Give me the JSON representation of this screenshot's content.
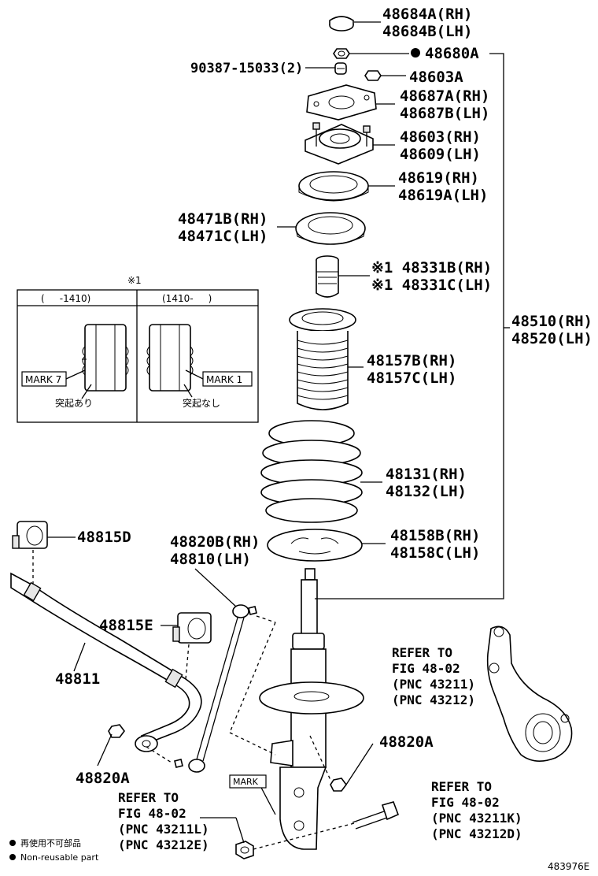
{
  "labels": {
    "p48684": [
      "48684A(RH)",
      "48684B(LH)"
    ],
    "p48680": "48680A",
    "p90387": "90387-15033(2)",
    "p48603a": "48603A",
    "p48687": [
      "48687A(RH)",
      "48687B(LH)"
    ],
    "p48603": [
      "48603(RH)",
      "48609(LH)"
    ],
    "p48619": [
      "48619(RH)",
      "48619A(LH)"
    ],
    "p48471": [
      "48471B(RH)",
      "48471C(LH)"
    ],
    "p48331": [
      "※1 48331B(RH)",
      "※1 48331C(LH)"
    ],
    "p48510": [
      "48510(RH)",
      "48520(LH)"
    ],
    "p48157": [
      "48157B(RH)",
      "48157C(LH)"
    ],
    "p48131": [
      "48131(RH)",
      "48132(LH)"
    ],
    "p48158": [
      "48158B(RH)",
      "48158C(LH)"
    ],
    "p48815d": "48815D",
    "p48820b": [
      "48820B(RH)",
      "48810(LH)"
    ],
    "p48815e": "48815E",
    "p48811": "48811",
    "p48820a_right": "48820A",
    "p48820a_left": "48820A",
    "ref_knuckle": [
      "REFER TO",
      "FIG 48-02",
      "(PNC 43211)",
      "(PNC 43212)"
    ],
    "ref_bolt": [
      "REFER TO",
      "FIG 48-02",
      "(PNC 43211K)",
      "(PNC 43212D)"
    ],
    "ref_nut": [
      "REFER TO",
      "FIG 48-02",
      "(PNC 43211L)",
      "(PNC 43212E)"
    ],
    "mark_tag": "MARK",
    "drawing_no": "483976E"
  },
  "inset": {
    "note_symbol": "※1",
    "col1_header": "(     -1410)",
    "col2_header": "(1410-     )",
    "col1_mark": "MARK 7",
    "col2_mark": "MARK 1",
    "col1_caption": "突起あり",
    "col2_caption": "突起なし"
  },
  "legend": {
    "item1": "再使用不可部品",
    "item2": "Non-reusable part"
  }
}
